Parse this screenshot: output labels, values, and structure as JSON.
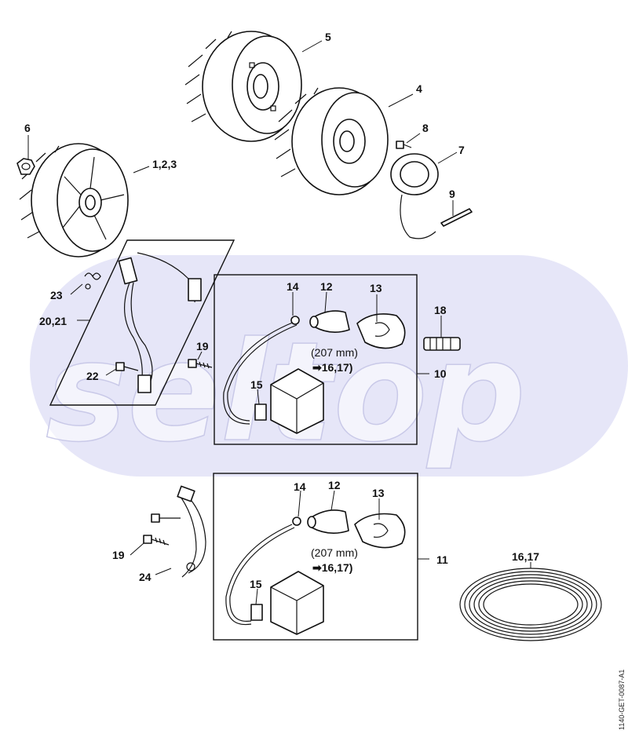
{
  "labels": {
    "l5": "5",
    "l4": "4",
    "l6": "6",
    "l123": "1,2,3",
    "l8": "8",
    "l7": "7",
    "l9": "9",
    "l23": "23",
    "l2021": "20,21",
    "l22": "22",
    "l19a": "19",
    "l14a": "14",
    "l12a": "12",
    "l13a": "13",
    "l18": "18",
    "l10": "10",
    "l15a": "15",
    "l14b": "14",
    "l12b": "12",
    "l13b": "13",
    "l11": "11",
    "l15b": "15",
    "l19b": "19",
    "l24": "24",
    "l1617": "16,17"
  },
  "notes": {
    "length_a": "(207 mm)",
    "ref_a": "➡16,17)",
    "length_b": "(207 mm)",
    "ref_b": "➡16,17)"
  },
  "watermark": "seltop",
  "drawing_code": "1140-GET-0087-A1",
  "colors": {
    "watermark_band": "#e6e6f8",
    "ink": "#111111"
  }
}
